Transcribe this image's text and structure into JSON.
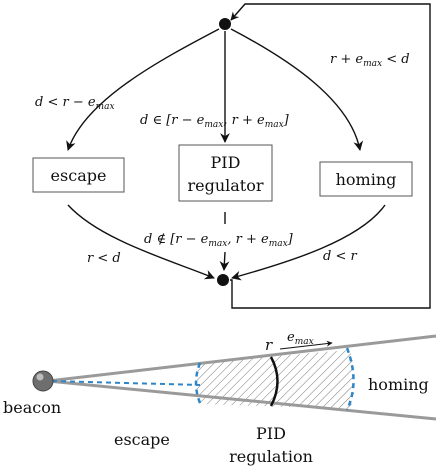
{
  "top_diagram": {
    "nodes": {
      "escape": "escape",
      "pid_line1": "PID",
      "pid_line2": "regulator",
      "homing": "homing"
    },
    "edges": {
      "to_escape": {
        "pre": "d < r − e",
        "sub": "max",
        "post": ""
      },
      "to_pid": {
        "pre": "d ∈ [r − e",
        "sub": "max",
        "post": ", r + e",
        "sub2": "max",
        "post2": "]"
      },
      "to_homing": {
        "pre": "r + e",
        "sub": "max",
        "post": " < d"
      },
      "escape_back": "r < d",
      "pid_back": {
        "pre": "d ∉ [r − e",
        "sub": "max",
        "post": ", r + e",
        "sub2": "max",
        "post2": "]"
      },
      "homing_back": "d < r"
    }
  },
  "bottom_diagram": {
    "beacon": "beacon",
    "r_label": "r",
    "emax_label": {
      "pre": "e",
      "sub": "max"
    },
    "escape": "escape",
    "pid_line1": "PID",
    "pid_line2": "regulation",
    "homing": "homing",
    "colors": {
      "dashed_boundary": "#2e86c9",
      "cone_edge": "#9a9a9a",
      "hatch": "#777777"
    }
  }
}
